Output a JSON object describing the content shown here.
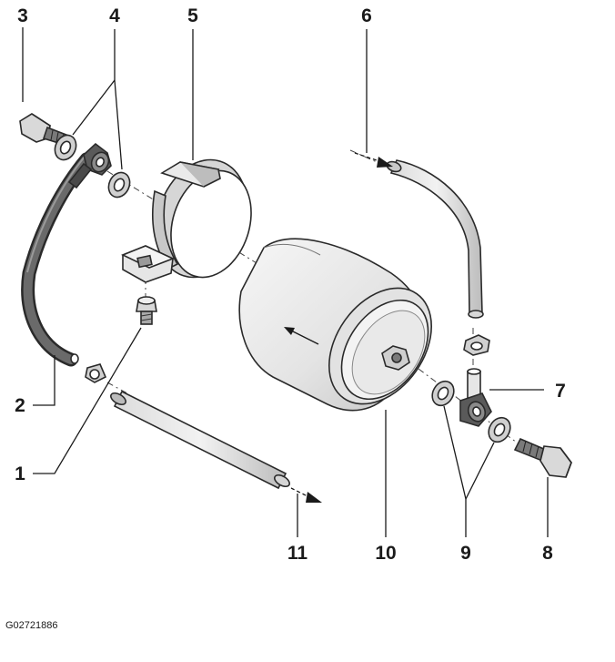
{
  "diagram": {
    "callouts": [
      {
        "id": "1",
        "text": "1"
      },
      {
        "id": "2",
        "text": "2"
      },
      {
        "id": "3",
        "text": "3"
      },
      {
        "id": "4",
        "text": "4"
      },
      {
        "id": "5",
        "text": "5"
      },
      {
        "id": "6",
        "text": "6"
      },
      {
        "id": "7",
        "text": "7"
      },
      {
        "id": "8",
        "text": "8"
      },
      {
        "id": "9",
        "text": "9"
      },
      {
        "id": "10",
        "text": "10"
      },
      {
        "id": "11",
        "text": "11"
      }
    ],
    "figure_code": "G02721886"
  },
  "colors": {
    "line": "#1a1a1a",
    "part_fill": "#e8e8e8",
    "part_shade": "#bdbdbd",
    "dark_part": "#555555"
  }
}
